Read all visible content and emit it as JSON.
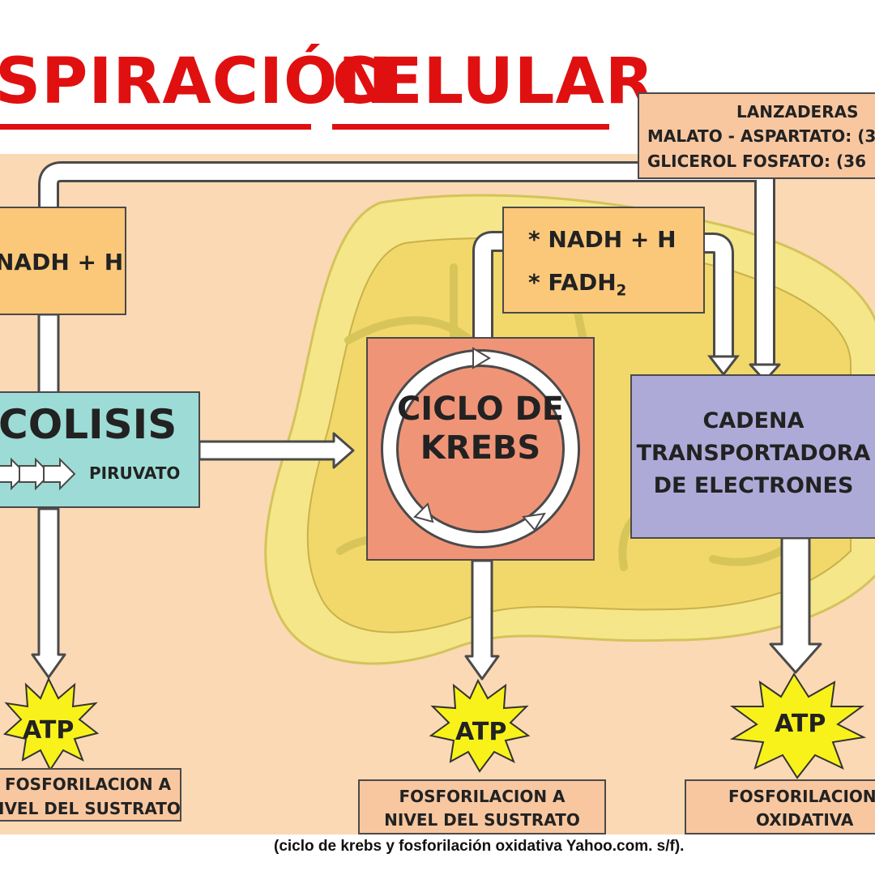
{
  "title": {
    "part1": "SPIRACIÓN",
    "part2": "CELULAR"
  },
  "shuttles": {
    "heading": "LANZADERAS",
    "line1": "MALATO - ASPARTATO: (3",
    "line2": "GLICEROL FOSFATO: (36"
  },
  "glycolysis": {
    "nadh_label": "NADH + H",
    "name": "COLISIS",
    "product": "PIRUVATO"
  },
  "krebs": {
    "nadh_label": "* NADH + H",
    "fadh_label": "* FADH",
    "fadh_subscript": "2",
    "name_line1": "CICLO DE",
    "name_line2": "KREBS"
  },
  "chain": {
    "line1": "CADENA",
    "line2": "TRANSPORTADORA",
    "line3": "DE ELECTRONES"
  },
  "atp": {
    "left": "ATP",
    "middle": "ATP",
    "right": "ATP"
  },
  "phosphorylation": {
    "left_line1": "FOSFORILACION A",
    "left_line2": "IVEL DEL SUSTRATO",
    "middle_line1": "FOSFORILACION A",
    "middle_line2": "NIVEL DEL SUSTRATO",
    "right_line1": "FOSFORILACION",
    "right_line2": "OXIDATIVA"
  },
  "caption": "(ciclo de krebs y fosforilación oxidativa Yahoo.com. s/f).",
  "colors": {
    "title": "#e01010",
    "background_panel": "#fbd9b4",
    "mitochondrion": "#f5e68a",
    "nadh_box": "#fbc87a",
    "glycolysis_box": "#9ddcd6",
    "krebs_box": "#f09478",
    "chain_box": "#aeaad8",
    "label_box": "#f8c7a0",
    "atp_star": "#f8f21a"
  }
}
